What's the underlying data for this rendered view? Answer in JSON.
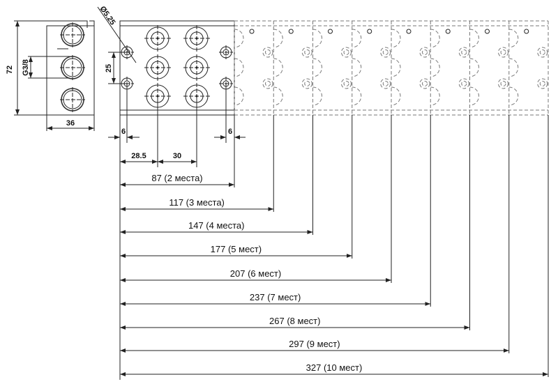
{
  "title": "Manifold block dimensions",
  "side_view": {
    "height": "72",
    "width": "36",
    "thread": "G3/8"
  },
  "front_view": {
    "hole_diameter": "Ø5.25",
    "hole_spacing": "25",
    "edge_left": "6",
    "edge_right": "6",
    "first_port_offset": "28.5",
    "port_pitch": "30"
  },
  "lengths": [
    {
      "label": "87 (2 места)",
      "places": 2
    },
    {
      "label": "117 (3 места)",
      "places": 3
    },
    {
      "label": "147 (4 места)",
      "places": 4
    },
    {
      "label": "177 (5 мест)",
      "places": 5
    },
    {
      "label": "207 (6 мест)",
      "places": 6
    },
    {
      "label": "237 (7 мест)",
      "places": 7
    },
    {
      "label": "267 (8 мест)",
      "places": 8
    },
    {
      "label": "297 (9 мест)",
      "places": 9
    },
    {
      "label": "327 (10 мест)",
      "places": 10
    }
  ]
}
